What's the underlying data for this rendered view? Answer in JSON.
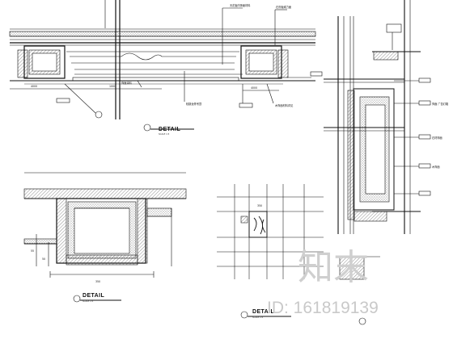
{
  "drawing": {
    "detail_1": {
      "title": "DETAIL",
      "subtitle": "SCALE 1:5"
    },
    "detail_2": {
      "title": "DETAIL",
      "subtitle": "SCALE 1:5"
    },
    "detail_3": {
      "title": "DETAIL",
      "subtitle": "SCALE 1:5"
    },
    "dimensions": {
      "d1": "4000",
      "d2": "1000",
      "d3": "4000",
      "d4": "55",
      "d5": "50",
      "d6": "350",
      "d7": "350"
    },
    "notes": {
      "n1": "天花板内饰面材料",
      "n2": "石膏板威力面",
      "n3": "饰面涂料",
      "n4": "轻钢龙骨吊顶",
      "n5": "木饰面材料详见",
      "n6": "饰面 广告灯箱",
      "n7": "石材饰面",
      "n8": "木饰面"
    }
  },
  "watermark": {
    "brand": "知末",
    "id_text": "ID: 161819139"
  },
  "colors": {
    "line": "#111111",
    "hatch": "#555555",
    "watermark": "#cccccc"
  }
}
